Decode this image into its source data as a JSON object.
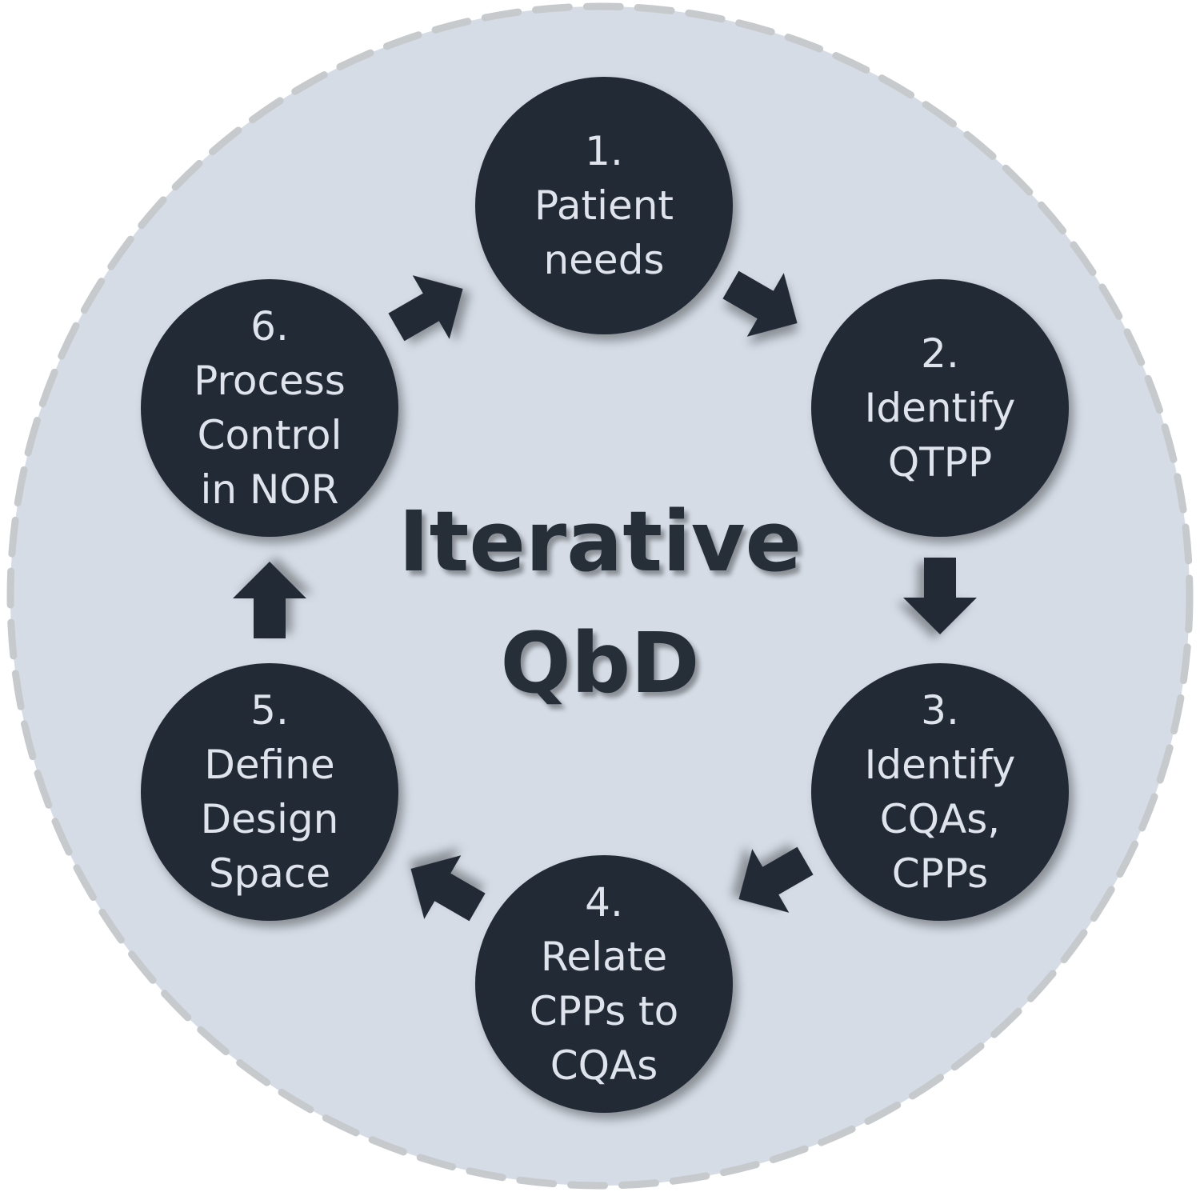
{
  "center_title": {
    "line1": "Iterative",
    "line2": "QbD"
  },
  "steps": [
    {
      "number": "1.",
      "lines": [
        "Patient",
        "needs"
      ]
    },
    {
      "number": "2.",
      "lines": [
        "Identify",
        "QTPP"
      ]
    },
    {
      "number": "3.",
      "lines": [
        "Identify",
        "CQAs,",
        "CPPs"
      ]
    },
    {
      "number": "4.",
      "lines": [
        "Relate",
        "CPPs to",
        "CQAs"
      ]
    },
    {
      "number": "5.",
      "lines": [
        "Define",
        "Design",
        "Space"
      ]
    },
    {
      "number": "6.",
      "lines": [
        "Process",
        "Control",
        "in NOR"
      ]
    }
  ],
  "colors": {
    "ring_fill": "#d5dce6",
    "ring_stroke": "#c7cacd",
    "step_fill": "#222a36",
    "step_text": "#dfe4ec",
    "title_text": "#262d39"
  }
}
